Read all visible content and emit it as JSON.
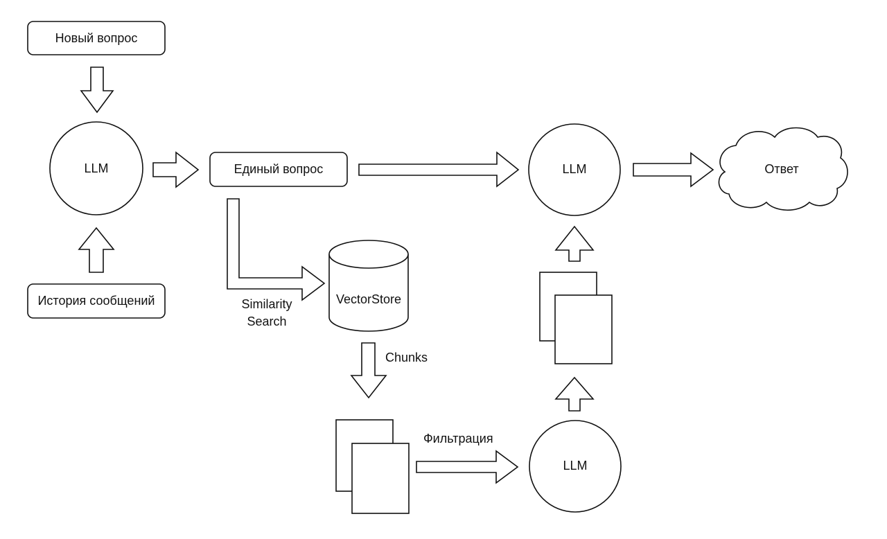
{
  "nodes": {
    "new_question": "Новый вопрос",
    "llm_top_left": "LLM",
    "message_history": "История сообщений",
    "single_question": "Единый вопрос",
    "llm_top_right": "LLM",
    "answer": "Ответ",
    "vectorstore": "VectorStore",
    "llm_bottom": "LLM"
  },
  "edge_labels": {
    "similarity_search_line1": "Similarity",
    "similarity_search_line2": "Search",
    "chunks": "Chunks",
    "filtration": "Фильтрация"
  }
}
